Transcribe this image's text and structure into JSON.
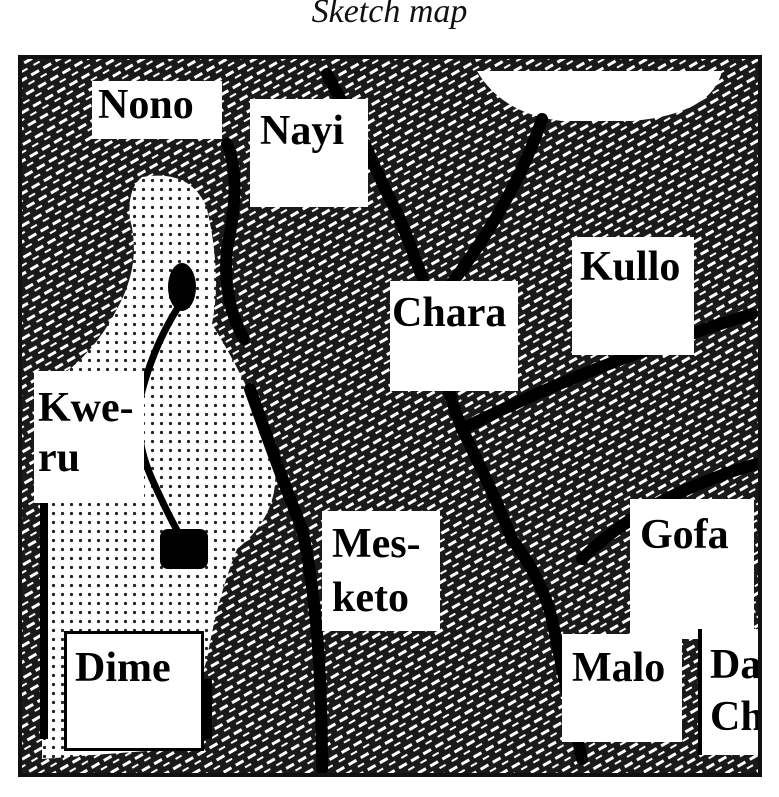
{
  "title": "Sketch map",
  "regions": [
    {
      "id": "nono",
      "name": "Nono"
    },
    {
      "id": "nayi",
      "name": "Nayi"
    },
    {
      "id": "kullo",
      "name": "Kullo"
    },
    {
      "id": "chara",
      "name": "Chara"
    },
    {
      "id": "kweru",
      "line1": "Kwe-",
      "line2": "ru"
    },
    {
      "id": "mesketo",
      "line1": "Mes-",
      "line2": "keto"
    },
    {
      "id": "gofa",
      "name": "Gofa"
    },
    {
      "id": "dime",
      "name": "Dime"
    },
    {
      "id": "malo",
      "name": "Malo"
    },
    {
      "id": "dache",
      "line1": "Da",
      "line2": "Ch"
    }
  ],
  "colors": {
    "ink": "#111111",
    "paper": "#ffffff",
    "lake_dots": "#222222"
  }
}
